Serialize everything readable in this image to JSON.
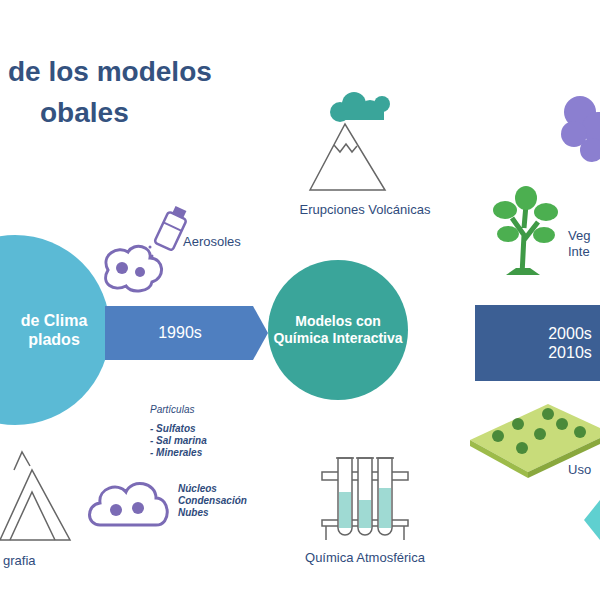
{
  "diagram": {
    "title": "de los modelos obales",
    "nodes": [
      {
        "text": [
          "de Clima plados"
        ]
      },
      {
        "text": [
          "1990s"
        ]
      },
      {
        "text": [
          "Modelos con Química Interactiva"
        ]
      },
      {
        "text": [
          "2000s 2010s"
        ]
      }
    ],
    "labels": [
      "Aerosoles",
      "Erupciones Volcánicas",
      "Veg Inte",
      "Partículas",
      "- Sulfatos",
      "- Sal marina",
      "- Minerales",
      "Núcleos Condensación Nubes",
      "Química Atmosférica",
      "Uso",
      "grafia"
    ]
  }
}
